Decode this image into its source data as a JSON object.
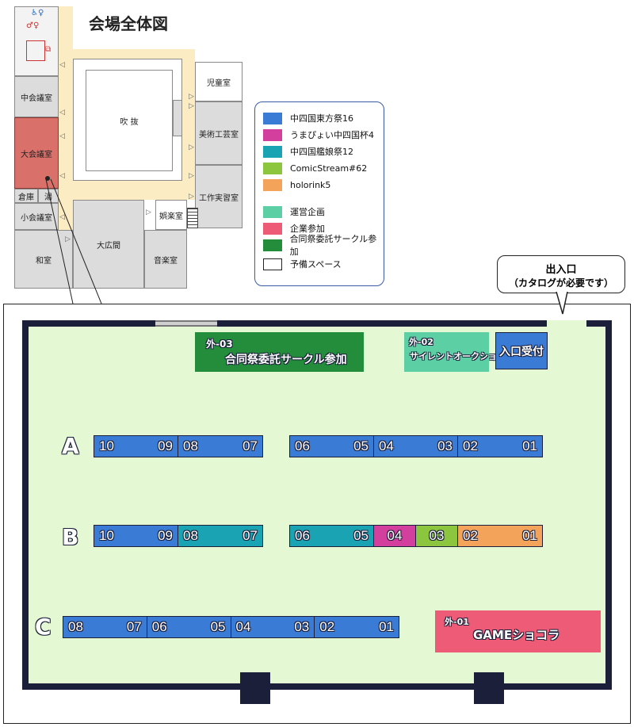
{
  "title": "会場全体図",
  "overview": {
    "rooms": {
      "chukaigi": "中会議室",
      "daikaigi": "大会議室",
      "souko": "倉庫",
      "yu": "湯",
      "shokaigi": "小会議室",
      "washitsu": "和室",
      "fukinuke": "吹 抜",
      "jidou": "児童室",
      "bijutsu": "美術工芸室",
      "kousaku": "工作実習室",
      "goraku": "娯楽室",
      "hiroma": "大広間",
      "ongaku": "音楽室"
    }
  },
  "legend": {
    "items": [
      {
        "label": "中四国東方祭16",
        "color": "#3a7bd5"
      },
      {
        "label": "うまぴょい中四国杯4",
        "color": "#d23f9c"
      },
      {
        "label": "中四国艦娘祭12",
        "color": "#1aa3b3"
      },
      {
        "label": "ComicStream#62",
        "color": "#8cc63e"
      },
      {
        "label": "holorink5",
        "color": "#f3a35a"
      },
      {
        "label": "運営企画",
        "color": "#5cd0a4"
      },
      {
        "label": "企業参加",
        "color": "#ee5b76"
      },
      {
        "label": "合同祭委託サークル参加",
        "color": "#238d3c"
      },
      {
        "label": "予備スペース",
        "color": "#ffffff"
      }
    ]
  },
  "entrance": {
    "line1": "出入口",
    "line2": "（カタログが必要です）"
  },
  "stalls": {
    "soto03_code": "外-03",
    "soto03_name": "合同祭委託サークル参加",
    "soto02_code": "外-02",
    "soto02_name": "サイレントオークション",
    "reception": "入口受付",
    "soto01_code": "外-01",
    "soto01_name": "GAMEショコラ"
  },
  "rows": [
    {
      "label": "A",
      "blocks": [
        [
          {
            "n": [
              "10",
              "09"
            ],
            "c": "#3a7bd5"
          },
          {
            "n": [
              "08",
              "07"
            ],
            "c": "#3a7bd5"
          }
        ],
        [
          {
            "n": [
              "06",
              "05"
            ],
            "c": "#3a7bd5"
          },
          {
            "n": [
              "04",
              "03"
            ],
            "c": "#3a7bd5"
          },
          {
            "n": [
              "02",
              "01"
            ],
            "c": "#3a7bd5"
          }
        ]
      ]
    },
    {
      "label": "B",
      "blocks": [
        [
          {
            "n": [
              "10",
              "09"
            ],
            "c": "#3a7bd5"
          },
          {
            "n": [
              "08",
              "07"
            ],
            "c": "#1aa3b3"
          }
        ],
        [
          {
            "n": [
              "06",
              "05"
            ],
            "c": "#1aa3b3"
          },
          {
            "n": [
              "04"
            ],
            "c": "#d23f9c"
          },
          {
            "n": [
              "03"
            ],
            "c": "#8cc63e"
          },
          {
            "n": [
              "02",
              "01"
            ],
            "c": "#f3a35a"
          }
        ]
      ]
    },
    {
      "label": "C",
      "blocks": [
        [
          {
            "n": [
              "08",
              "07"
            ],
            "c": "#3a7bd5"
          },
          {
            "n": [
              "06",
              "05"
            ],
            "c": "#3a7bd5"
          },
          {
            "n": [
              "04",
              "03"
            ],
            "c": "#3a7bd5"
          },
          {
            "n": [
              "02",
              "01"
            ],
            "c": "#3a7bd5"
          }
        ]
      ]
    }
  ]
}
